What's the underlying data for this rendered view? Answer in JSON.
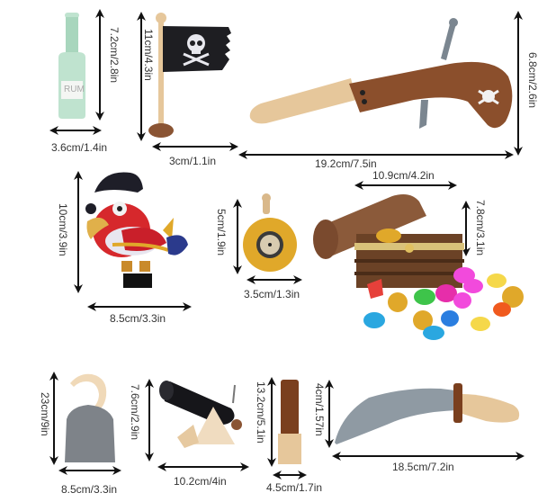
{
  "items": [
    {
      "name": "rum-bottle",
      "label_text": "RUM",
      "height": "7.2cm/2.8in",
      "width": "3.6cm/1.4in"
    },
    {
      "name": "pirate-flag",
      "height": "11cm/4.3in",
      "width": "3cm/1.1in"
    },
    {
      "name": "flintlock-pistol",
      "width": "19.2cm/7.5in",
      "height": "6.8cm/2.6in"
    },
    {
      "name": "parrot",
      "height": "10cm/3.9in",
      "width": "8.5cm/3.3in"
    },
    {
      "name": "telescope-compass",
      "height": "5cm/1.9in",
      "width": "3.5cm/1.3in"
    },
    {
      "name": "treasure-chest",
      "width": "10.9cm/4.2in",
      "height": "7.8cm/3.1in"
    },
    {
      "name": "pirate-hook",
      "height": "23cm/9in",
      "width": "8.5cm/3.3in"
    },
    {
      "name": "cannon",
      "height": "7.6cm/2.9in",
      "width": "10.2cm/4in"
    },
    {
      "name": "spyglass",
      "height": "13.2cm/5.1in",
      "width": "4.5cm/1.7in"
    },
    {
      "name": "cutlass",
      "height": "4cm/1.57in",
      "width": "18.5cm/7.2in"
    }
  ],
  "colors": {
    "bottle": "#bfe3cf",
    "flag": "#1e1e22",
    "wood_light": "#e6c79b",
    "wood_dark": "#8a5433",
    "pistol": "#8b4f2c",
    "parrot_red": "#d6282c",
    "gold": "#e0a82a",
    "steel": "#8f9aa3",
    "hook_cloth": "#7e8389"
  }
}
